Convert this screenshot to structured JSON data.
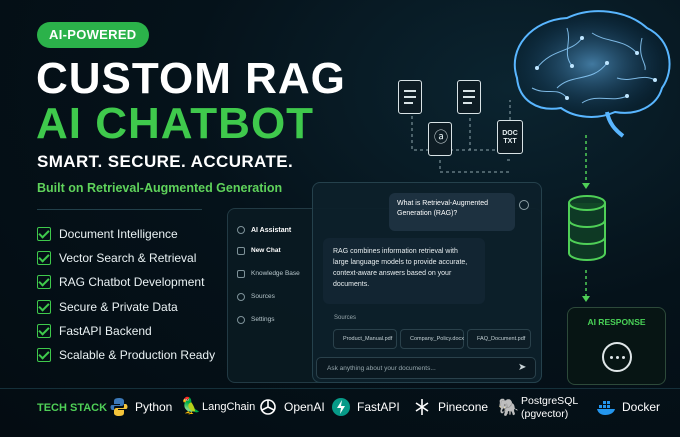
{
  "hero": {
    "badge": "AI-POWERED",
    "title_line1": "CUSTOM RAG",
    "title_line2": "AI CHATBOT",
    "tagline": "SMART. SECURE. ACCURATE.",
    "subtitle": "Built on Retrieval-Augmented Generation",
    "features": [
      "Document Intelligence",
      "Vector Search & Retrieval",
      "RAG Chatbot Development",
      "Secure & Private Data",
      "FastAPI Backend",
      "Scalable & Production Ready"
    ]
  },
  "chat_app": {
    "sidebar_title": "AI Assistant",
    "sidebar_items": [
      "New Chat",
      "Knowledge Base",
      "Sources",
      "Settings"
    ],
    "user_message": "What is Retrieval-Augmented Generation (RAG)?",
    "bot_message": "RAG combines information retrieval with large language models to provide accurate, context-aware answers based on your documents.",
    "sources_label": "Sources",
    "sources": [
      "Product_Manual.pdf",
      "Company_Policy.docx",
      "FAQ_Document.pdf"
    ],
    "input_placeholder": "Ask anything about your documents..."
  },
  "diagram": {
    "doc_txt_label_1": "DOC",
    "doc_txt_label_2": "TXT",
    "ai_response_label": "AI RESPONSE"
  },
  "tech_stack": {
    "label": "TECH STACK",
    "items": [
      "Python",
      "LangChain",
      "OpenAI",
      "FastAPI",
      "Pinecone",
      "PostgreSQL",
      "(pgvector)",
      "Docker"
    ]
  },
  "colors": {
    "accent_green": "#3fc94c",
    "badge_green": "#2bb24a",
    "background": "#05121a",
    "brain_blue": "#3fa9ff"
  }
}
